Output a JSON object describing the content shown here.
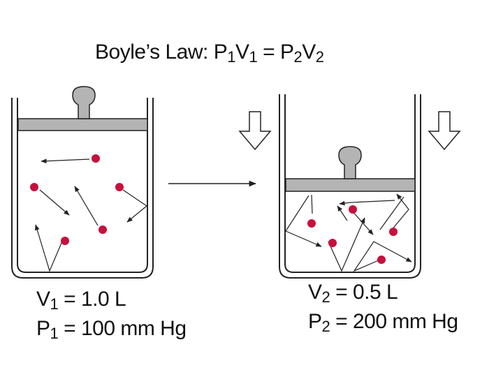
{
  "title": {
    "prefix": "Boyle’s Law: ",
    "p1": "P",
    "p1_sub": "1",
    "v1": "V",
    "v1_sub": "1",
    "equals": " = ",
    "p2": "P",
    "p2_sub": "2",
    "v2": "V",
    "v2_sub": "2"
  },
  "left_container": {
    "volume_symbol": "V",
    "volume_sub": "1",
    "volume_value": " = 1.0 L",
    "pressure_symbol": "P",
    "pressure_sub": "1",
    "pressure_value": " = 100 mm Hg"
  },
  "right_container": {
    "volume_symbol": "V",
    "volume_sub": "2",
    "volume_value": " = 0.5 L",
    "pressure_symbol": "P",
    "pressure_sub": "2",
    "pressure_value": " = 200 mm Hg"
  },
  "colors": {
    "particle": "#c8103c",
    "piston": "#b4b4b4",
    "outline": "#222222"
  },
  "icons": [
    "down-arrow-icon",
    "right-arrow-icon"
  ]
}
